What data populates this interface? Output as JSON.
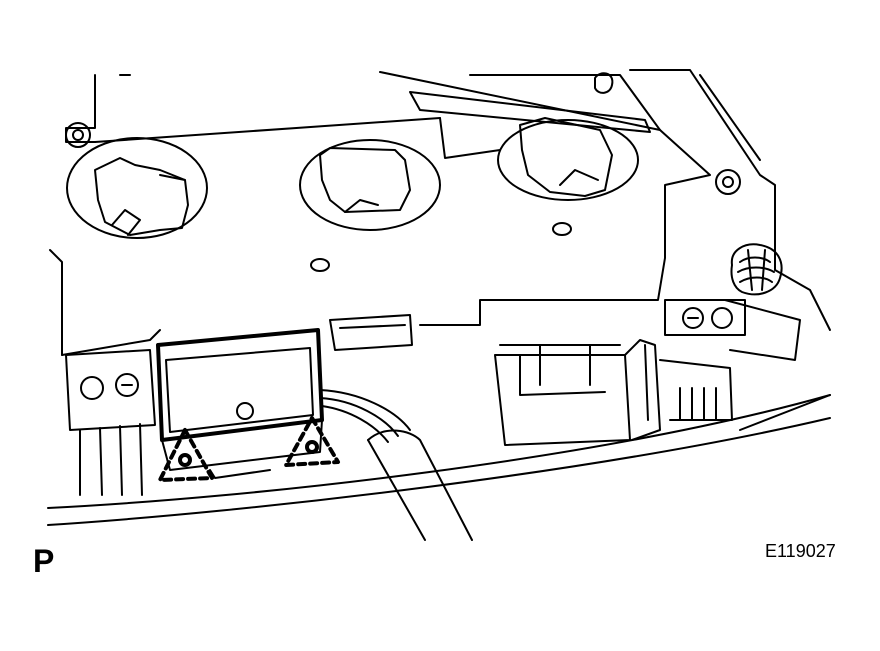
{
  "figure": {
    "corner_label": "P",
    "figure_id": "E119027",
    "description_icon": "line-art-connector-removal",
    "colors": {
      "ink": "#000000",
      "background": "#ffffff"
    }
  }
}
